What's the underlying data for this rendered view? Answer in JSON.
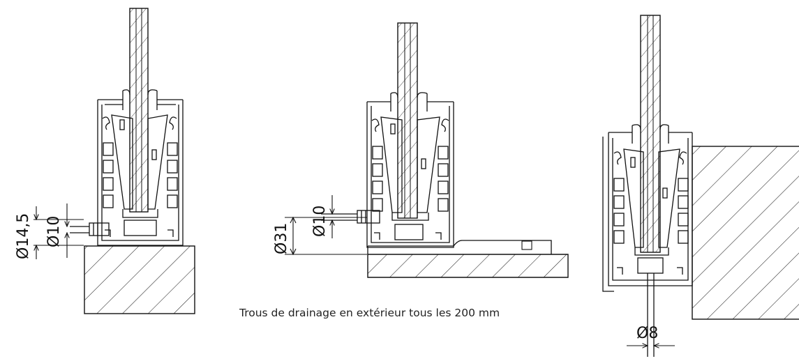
{
  "caption": "Trous de drainage en extérieur tous les 200 mm",
  "details": [
    {
      "dimensions": [
        "Ø14,5",
        "Ø10"
      ]
    },
    {
      "dimensions": [
        "Ø31",
        "Ø10"
      ]
    },
    {
      "dimensions": [
        "Ø8"
      ]
    }
  ],
  "colors": {
    "line": "#1a1a1a",
    "background": "#ffffff"
  }
}
